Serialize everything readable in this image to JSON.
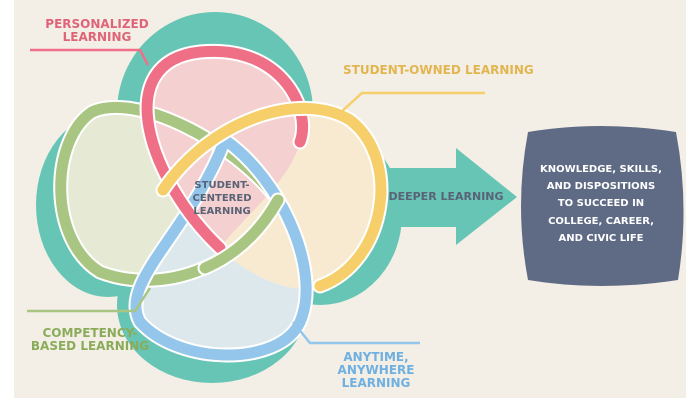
{
  "labels": {
    "personalized": [
      "PERSONALIZED",
      "LEARNING"
    ],
    "student_owned": "STUDENT-OWNED LEARNING",
    "competency": [
      "COMPETENCY-",
      "BASED LEARNING"
    ],
    "anytime": [
      "ANYTIME,",
      "ANYWHERE",
      "LEARNING"
    ],
    "center": [
      "STUDENT-",
      "CENTERED",
      "LEARNING"
    ],
    "arrow": "DEEPER LEARNING",
    "outcome": [
      "KNOWLEDGE, SKILLS,",
      "AND DISPOSITIONS",
      "TO SUCCEED IN",
      "COLLEGE, CAREER,",
      "AND CIVIC LIFE"
    ]
  },
  "colors": {
    "background": "#f3efe6",
    "teal": "#67c5b5",
    "pink": "#ef7086",
    "yellow": "#f6cf6a",
    "green": "#a9c582",
    "blue": "#93c6ea",
    "outcome_box": "#5f6b85",
    "text_dark": "#5a6275"
  }
}
